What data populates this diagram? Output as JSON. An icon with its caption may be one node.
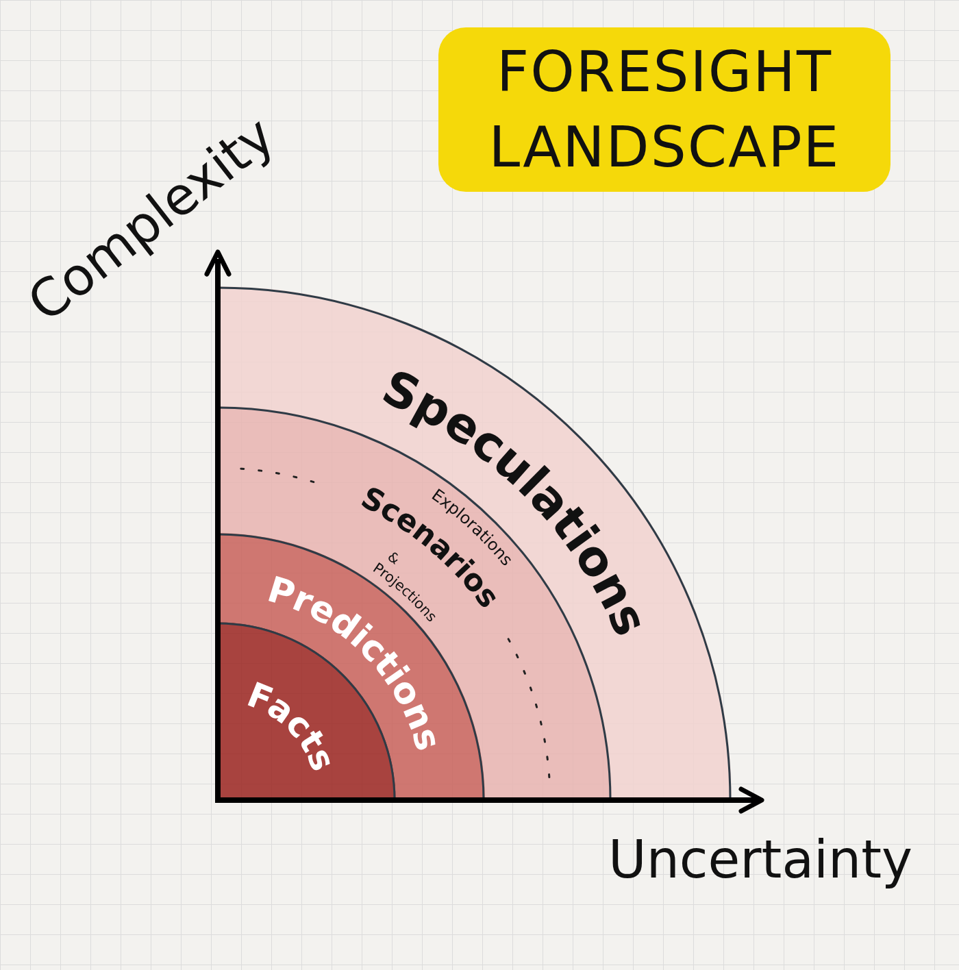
{
  "diagram": {
    "title": "FORESIGHT LANDSCAPE",
    "nodes": [
      {
        "text": [
          "Speculations"
        ]
      },
      {
        "text": [
          "Explorations",
          "Scenarios",
          "&",
          "Projections"
        ]
      },
      {
        "text": [
          "Predictions"
        ]
      },
      {
        "text": [
          "Facts"
        ]
      }
    ],
    "labels": [
      "Complexity",
      "Uncertainty"
    ]
  }
}
